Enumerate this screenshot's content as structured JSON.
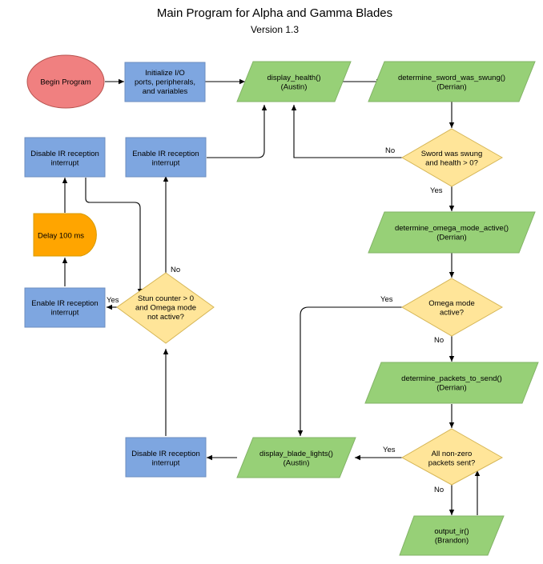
{
  "title": "Main Program for Alpha and Gamma Blades",
  "subtitle": "Version 1.3",
  "colors": {
    "start_fill": "#f08080",
    "start_stroke": "#b85450",
    "process_fill": "#7ea6e0",
    "process_stroke": "#6c8ebf",
    "io_fill": "#97d077",
    "io_stroke": "#82b366",
    "decision_fill": "#ffe599",
    "decision_stroke": "#d6b656",
    "delay_fill": "#ffa500",
    "delay_stroke": "#d79b00"
  },
  "nodes": {
    "begin": {
      "lines": [
        "Begin Program"
      ]
    },
    "init": {
      "lines": [
        "Initialize I/O",
        "ports, peripherals,",
        "and variables"
      ]
    },
    "display_health": {
      "lines": [
        "display_health()",
        "(Austin)"
      ]
    },
    "sword_swung": {
      "lines": [
        "determine_sword_was_swung()",
        "(Derrian)"
      ]
    },
    "decision_swung": {
      "lines": [
        "Sword was swung",
        "and health > 0?"
      ]
    },
    "omega_active": {
      "lines": [
        "determine_omega_mode_active()",
        "(Derrian)"
      ]
    },
    "decision_omega": {
      "lines": [
        "Omega mode",
        "active?"
      ]
    },
    "packets": {
      "lines": [
        "determine_packets_to_send()",
        "(Derrian)"
      ]
    },
    "decision_packets": {
      "lines": [
        "All non-zero",
        "packets sent?"
      ]
    },
    "output_ir": {
      "lines": [
        "output_ir()",
        "(Brandon)"
      ]
    },
    "blade_lights": {
      "lines": [
        "display_blade_lights()",
        "(Austin)"
      ]
    },
    "disable_ir_bottom": {
      "lines": [
        "Disable IR reception",
        "interrupt"
      ]
    },
    "decision_stun": {
      "lines": [
        "Stun counter > 0",
        "and Omega mode",
        "not active?"
      ]
    },
    "enable_ir_top": {
      "lines": [
        "Enable IR reception",
        "interrupt"
      ]
    },
    "disable_ir_top": {
      "lines": [
        "Disable IR reception",
        "interrupt"
      ]
    },
    "delay": {
      "lines": [
        "Delay 100 ms"
      ]
    },
    "enable_ir_left": {
      "lines": [
        "Enable IR reception",
        "interrupt"
      ]
    }
  },
  "edge_labels": {
    "swung_no": "No",
    "swung_yes": "Yes",
    "omega_yes": "Yes",
    "omega_no": "No",
    "packets_yes": "Yes",
    "packets_no": "No",
    "stun_no": "No",
    "stun_yes": "Yes"
  }
}
